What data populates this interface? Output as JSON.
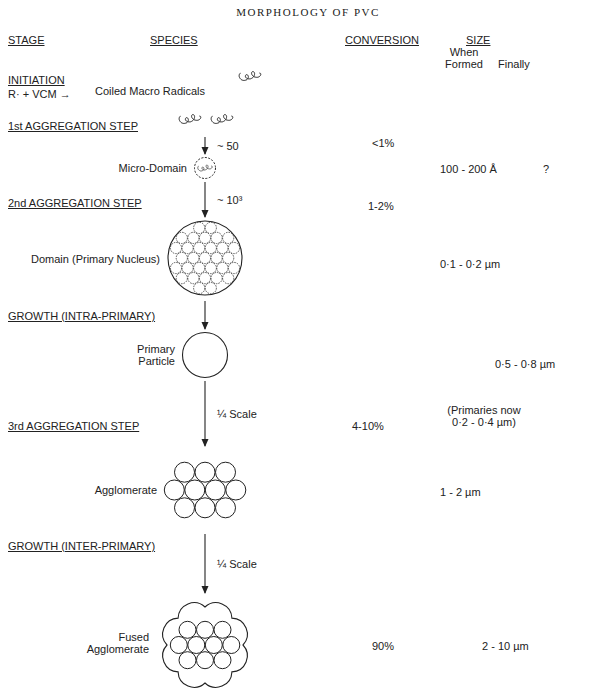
{
  "diagram": {
    "title": "MORPHOLOGY OF PVC",
    "nodes": [
      {
        "text": [
          "Coiled Macro Radicals"
        ]
      },
      {
        "text": [
          "Micro-Domain"
        ]
      },
      {
        "text": [
          "Domain (Primary Nucleus)"
        ]
      },
      {
        "text": [
          "Primary Particle"
        ]
      },
      {
        "text": [
          "Agglomerate"
        ]
      },
      {
        "text": [
          "Fused Agglomerate"
        ]
      }
    ],
    "edges": [
      {
        "from": 0,
        "to": 1,
        "arrow": "to",
        "label": "~ 50"
      },
      {
        "from": 1,
        "to": 2,
        "arrow": "to",
        "label": "~ 10³"
      },
      {
        "from": 2,
        "to": 3,
        "arrow": "to"
      },
      {
        "from": 3,
        "to": 4,
        "arrow": "to",
        "label": "¼ Scale"
      },
      {
        "from": 4,
        "to": 5,
        "arrow": "to",
        "label": "¼ Scale"
      }
    ],
    "labels": [
      "STAGE",
      "SPECIES",
      "CONVERSION",
      "SIZE",
      "When Formed",
      "Finally",
      "INITIATION",
      "R· + VCM →",
      "1st AGGREGATION STEP",
      "<1%",
      "100 - 200 Å",
      "?",
      "2nd AGGREGATION STEP",
      "1-2%",
      "0·1 - 0·2 µm",
      "GROWTH (INTRA-PRIMARY)",
      "0·5 - 0·8 µm",
      "3rd AGGREGATION STEP",
      "4-10%",
      "(Primaries now 0·2 - 0·4 µm)",
      "1 - 2 µm",
      "GROWTH (INTER-PRIMARY)",
      "90%",
      "2 - 10 µm"
    ]
  }
}
